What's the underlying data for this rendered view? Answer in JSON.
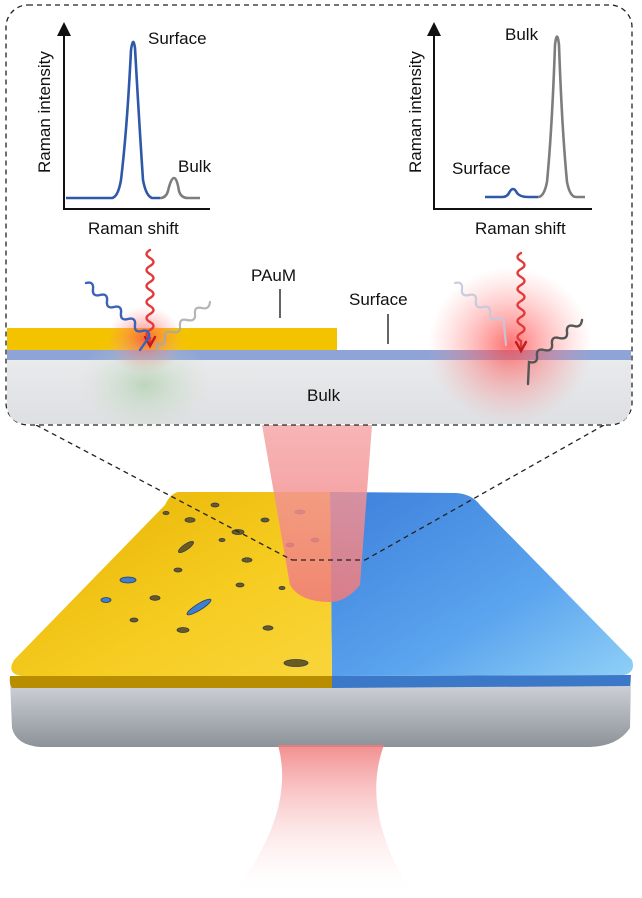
{
  "inset": {
    "left_plot": {
      "ylabel": "Raman intensity",
      "xlabel": "Raman shift",
      "peak_major_label": "Surface",
      "peak_minor_label": "Bulk"
    },
    "right_plot": {
      "ylabel": "Raman intensity",
      "xlabel": "Raman shift",
      "peak_major_label": "Bulk",
      "peak_minor_label": "Surface"
    },
    "layer_labels": {
      "pau_m": "PAuM",
      "surface": "Surface",
      "bulk": "Bulk"
    }
  },
  "colors": {
    "gold": "#f2c200",
    "surface_blue": "#2b55a6",
    "bulk_gray": "#7a7a7a",
    "laser_red": "#e8464a",
    "substrate_blue": "#4a90e2",
    "bulk_fill": "#e6e7e9"
  }
}
